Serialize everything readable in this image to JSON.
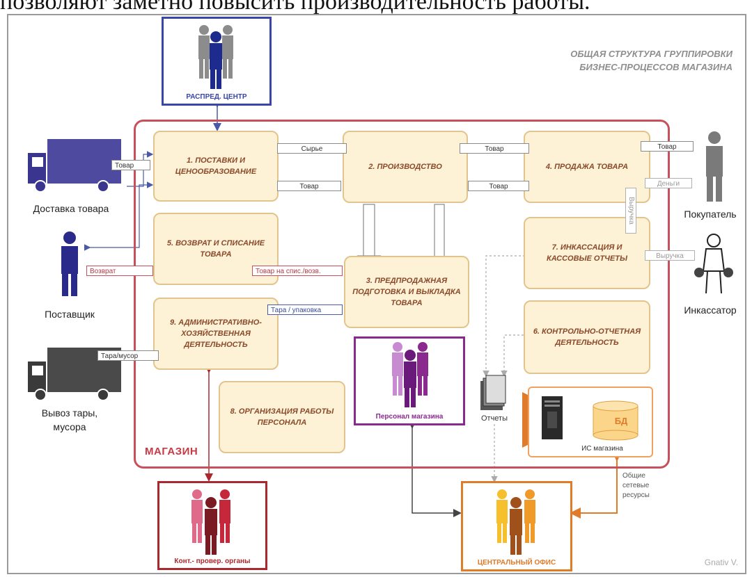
{
  "top_text": "позволяют заметно повысить производительность работы.",
  "title": [
    "ОБЩАЯ СТРУКТУРА ГРУППИРОВКИ",
    "БИЗНЕС-ПРОЦЕССОВ МАГАЗИНА"
  ],
  "store_label": "МАГАЗИН",
  "processes": {
    "p1": "1. ПОСТАВКИ И ЦЕНООБРАЗОВАНИЕ",
    "p2": "2. ПРОИЗВОДСТВО",
    "p3": "3. ПРЕДПРОДАЖНАЯ ПОДГОТОВКА И ВЫКЛАДКА ТОВАРА",
    "p4": "4. ПРОДАЖА ТОВАРА",
    "p5": "5. ВОЗВРАТ И СПИСАНИЕ ТОВАРА",
    "p6": "6. КОНТРОЛЬНО-ОТЧЕТНАЯ ДЕЯТЕЛЬНОСТЬ",
    "p7": "7. ИНКАССАЦИЯ И КАССОВЫЕ ОТЧЕТЫ",
    "p8": "8. ОРГАНИЗАЦИЯ РАБОТЫ ПЕРСОНАЛА",
    "p9": "9. АДМИНИСТРАТИВНО-ХОЗЯЙСТВЕННАЯ ДЕЯТЕЛЬНОСТЬ"
  },
  "external": {
    "distrib": "РАСПРЕД. ЦЕНТР",
    "staff": "Персонал магазина",
    "control": "Конт.- провер. органы",
    "office": "ЦЕНТРАЛЬНЫЙ ОФИС",
    "is": "ИС магазина",
    "db": "БД"
  },
  "actors": {
    "delivery": "Доставка товара",
    "supplier": "Поставщик",
    "waste": [
      "Вывоз тары,",
      "мусора"
    ],
    "buyer": "Покупатель",
    "collector": "Инкассатор",
    "reports": "Отчеты"
  },
  "flows": {
    "tovar_in": "Товар",
    "syrye": "Сырье",
    "tovar_12": "Товар",
    "tovar_24a": "Товар",
    "tovar_24b": "Товар",
    "tovar_out": "Товар",
    "dengi": "Деньги",
    "vyruchka_v": "Выручка",
    "vyruchka": "Выручка",
    "vozvrat": "Возврат",
    "spisanie": "Товар на спис./возв.",
    "tara": "Тара / упаковка",
    "tara_musor": "Тара/мусор",
    "shared": [
      "Общие",
      "сетевые",
      "ресурсы"
    ]
  },
  "signature": "Gnativ V.",
  "colors": {
    "store_border": "#c8505a",
    "process_fill": "#fdf1d6",
    "distrib": "#3a46a6",
    "staff": "#8a2a8e",
    "control": "#a8282e",
    "office": "#e07b2a"
  }
}
